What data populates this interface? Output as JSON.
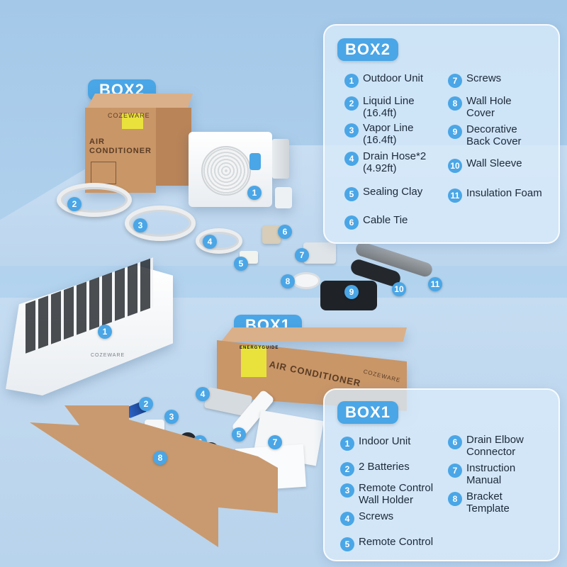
{
  "colors": {
    "accent": "#4aa6e6",
    "cardboard": "#c99668",
    "label": "#e9e23c"
  },
  "box2_tag": "BOX2",
  "box1_tag": "BOX1",
  "box2_carton": {
    "brand": "COZEWARE",
    "product": "AIR CONDITIONER"
  },
  "box1_carton": {
    "brand": "COZEWARE",
    "product": "AIR CONDITIONER",
    "label": "ENERGYGUIDE"
  },
  "indoor_unit_brand": "COZEWARE",
  "box2_panel": {
    "title": "BOX2",
    "items": [
      {
        "n": "1",
        "label": "Outdoor Unit"
      },
      {
        "n": "2",
        "label": "Liquid Line\n(16.4ft)"
      },
      {
        "n": "3",
        "label": "Vapor Line\n(16.4ft)"
      },
      {
        "n": "4",
        "label": "Drain Hose*2\n(4.92ft)"
      },
      {
        "n": "5",
        "label": "Sealing Clay"
      },
      {
        "n": "6",
        "label": "Cable Tie"
      },
      {
        "n": "7",
        "label": "Screws"
      },
      {
        "n": "8",
        "label": "Wall Hole\nCover"
      },
      {
        "n": "9",
        "label": "Decorative\nBack Cover"
      },
      {
        "n": "10",
        "label": "Wall Sleeve"
      },
      {
        "n": "11",
        "label": "Insulation Foam"
      }
    ]
  },
  "box1_panel": {
    "title": "BOX1",
    "items": [
      {
        "n": "1",
        "label": "Indoor Unit"
      },
      {
        "n": "2",
        "label": "2 Batteries"
      },
      {
        "n": "3",
        "label": "Remote Control\nWall Holder"
      },
      {
        "n": "4",
        "label": "Screws"
      },
      {
        "n": "5",
        "label": "Remote Control"
      },
      {
        "n": "6",
        "label": "Drain Elbow\nConnector"
      },
      {
        "n": "7",
        "label": "Instruction\nManual"
      },
      {
        "n": "8",
        "label": "Bracket\nTemplate"
      }
    ]
  },
  "markers": {
    "outdoor_unit": "1",
    "liquid_line": "2",
    "vapor_line": "3",
    "drain_hose": "4",
    "sealing_clay": "5",
    "cable_tie": "6",
    "screws_b2": "7",
    "wall_hole_cover": "8",
    "back_cover": "9",
    "wall_sleeve": "10",
    "insulation_foam": "11",
    "indoor_unit": "1",
    "batteries": "2",
    "rc_holder": "3",
    "screws_b1": "4",
    "remote": "5",
    "drain_elbow": "6",
    "manual": "7",
    "template": "8"
  }
}
